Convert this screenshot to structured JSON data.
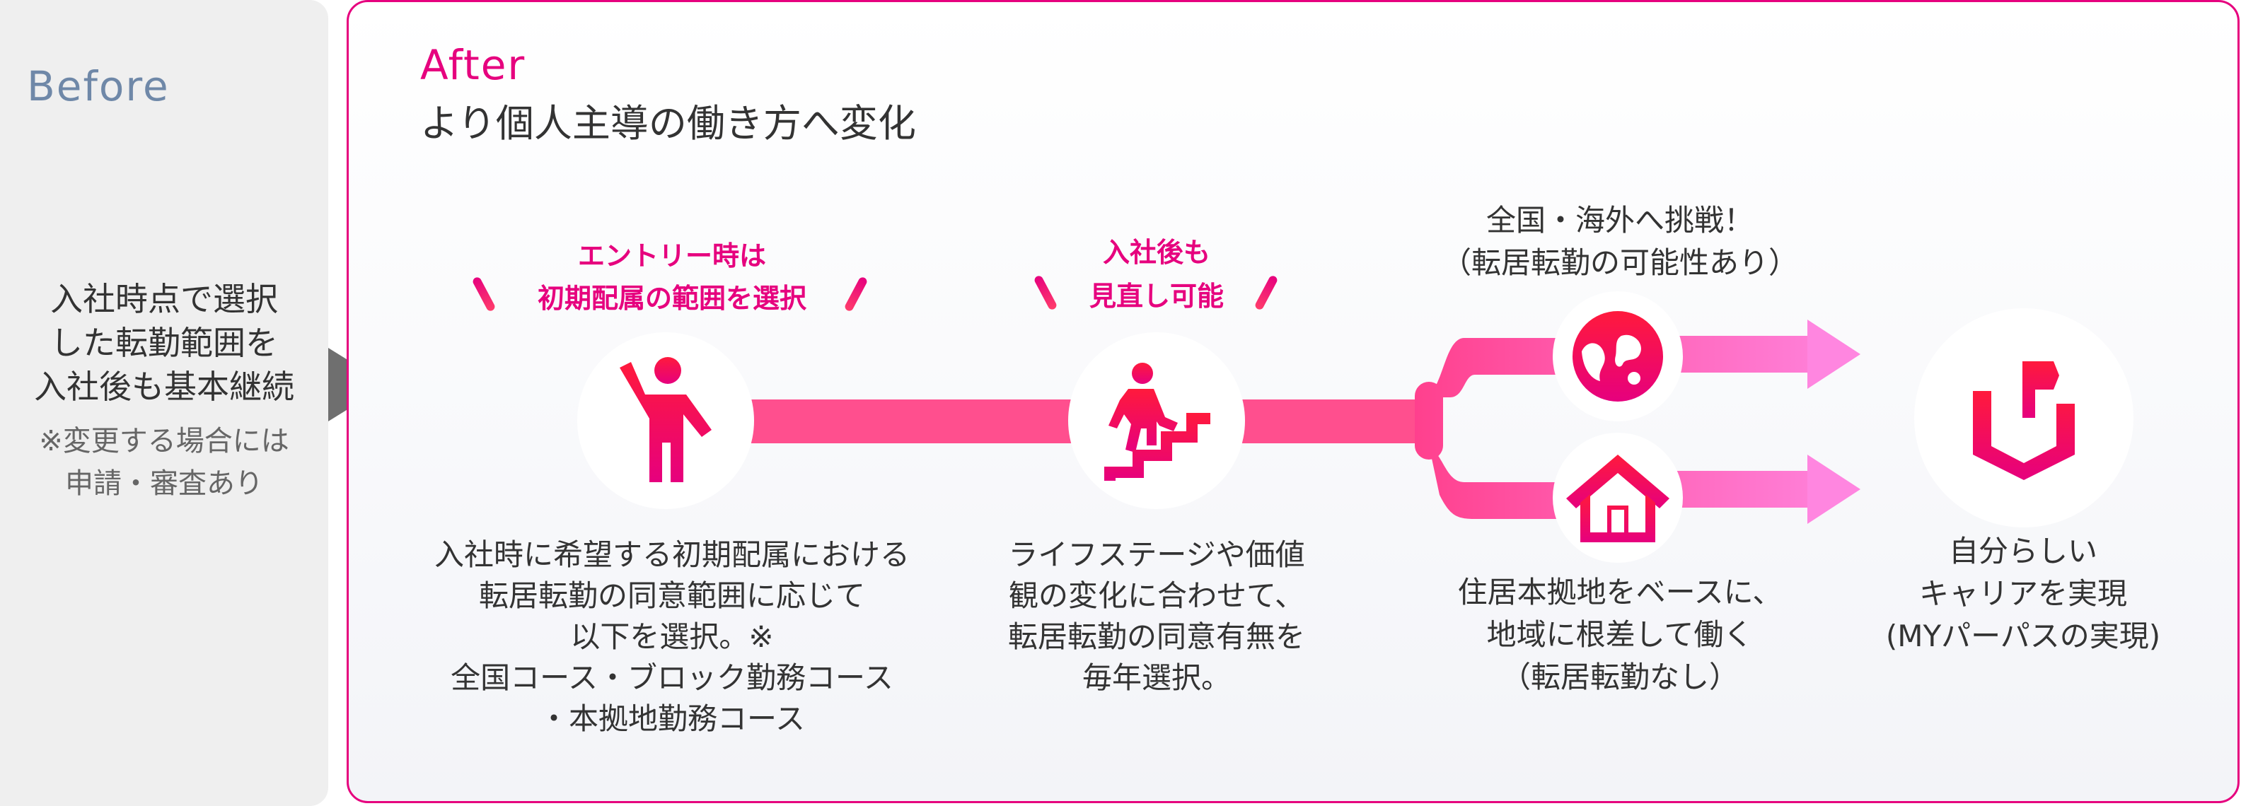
{
  "before": {
    "title": "Before",
    "main_text": "入社時点で選択\nした転勤範囲を\n入社後も基本継続",
    "note": "※変更する場合には\n申請・審査あり"
  },
  "after": {
    "title": "After",
    "subtitle": "より個人主導の働き方へ変化"
  },
  "step1": {
    "callout": "エントリー時は\n初期配属の範囲を選択",
    "icon": "person-raising-hand-icon",
    "description": "入社時に希望する初期配属における\n転居転勤の同意範囲に応じて\n以下を選択。※\n全国コース・ブロック勤務コース\n・本拠地勤務コース"
  },
  "step2": {
    "callout": "入社後も\n見直し可能",
    "icon": "person-climbing-stairs-icon",
    "description": "ライフステージや価値\n観の変化に合わせて、\n転居転勤の同意有無を\n毎年選択。"
  },
  "branch_top": {
    "label": "全国・海外へ挑戦！\n（転居転勤の可能性あり）",
    "icon": "globe-icon"
  },
  "branch_bottom": {
    "label": "住居本拠地をベースに、\n地域に根差して働く\n（転居転勤なし）",
    "icon": "house-icon"
  },
  "goal": {
    "icon": "flag-shield-icon",
    "label": "自分らしい\nキャリアを実現\n(MYパーパスの実現)"
  },
  "colors": {
    "accent": "#e6007e",
    "red": "#ff1a3c",
    "pink": "#ff6fd0",
    "before_title": "#6f88a8",
    "text": "#333333"
  }
}
